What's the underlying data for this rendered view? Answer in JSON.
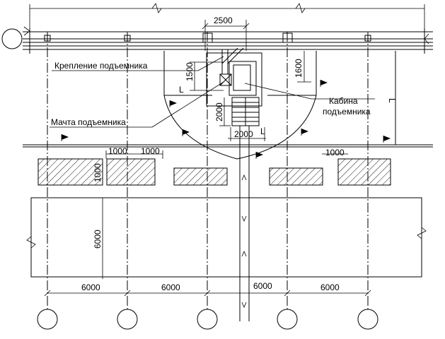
{
  "labels": {
    "hoist_mount": "Крепление подъемника",
    "hoist_mast": "Мачта подъемника",
    "hoist_cab_line1": "Кабина",
    "hoist_cab_line2": "подъемника"
  },
  "dimensions": {
    "top_width": "2500",
    "vert_1500": "1500",
    "vert_1600": "1600",
    "vert_2000": "2000",
    "horiz_2000": "2000",
    "dim_1000_a": "1000",
    "dim_1000_b": "1000",
    "dim_1000_c": "1000",
    "dim_1000_vert": "1000",
    "vert_6000": "6000",
    "bay_1": "6000",
    "bay_2": "6000",
    "bay_3": "6000",
    "bay_4": "6000"
  },
  "markers": {
    "section_mark_1": "L",
    "section_mark_2": "L",
    "section_mark_3": "L"
  }
}
